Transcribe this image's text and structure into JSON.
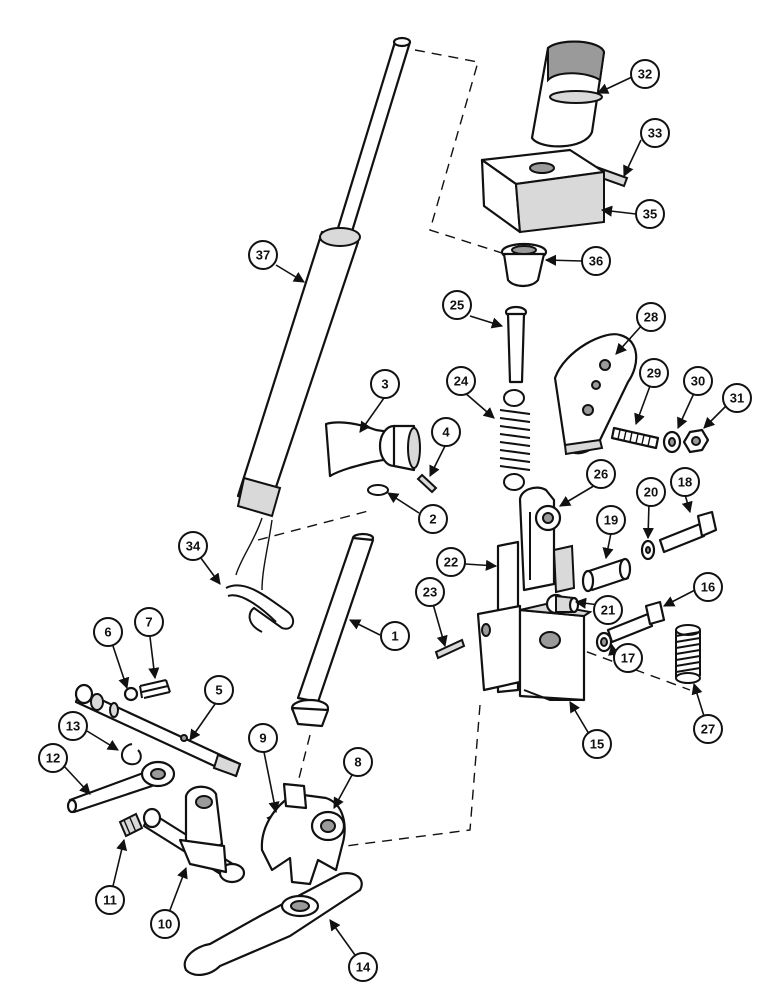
{
  "callouts": {
    "c1": "1",
    "c2": "2",
    "c3": "3",
    "c4": "4",
    "c5": "5",
    "c6": "6",
    "c7": "7",
    "c8": "8",
    "c9": "9",
    "c10": "10",
    "c11": "11",
    "c12": "12",
    "c13": "13",
    "c14": "14",
    "c15": "15",
    "c16": "16",
    "c17": "17",
    "c18": "18",
    "c19": "19",
    "c20": "20",
    "c21": "21",
    "c22": "22",
    "c23": "23",
    "c24": "24",
    "c25": "25",
    "c26": "26",
    "c27": "27",
    "c28": "28",
    "c29": "29",
    "c30": "30",
    "c31": "31",
    "c32": "32",
    "c33": "33",
    "c34": "34",
    "c35": "35",
    "c36": "36",
    "c37": "37"
  },
  "colors": {
    "ink": "#111111",
    "paper": "#ffffff"
  }
}
